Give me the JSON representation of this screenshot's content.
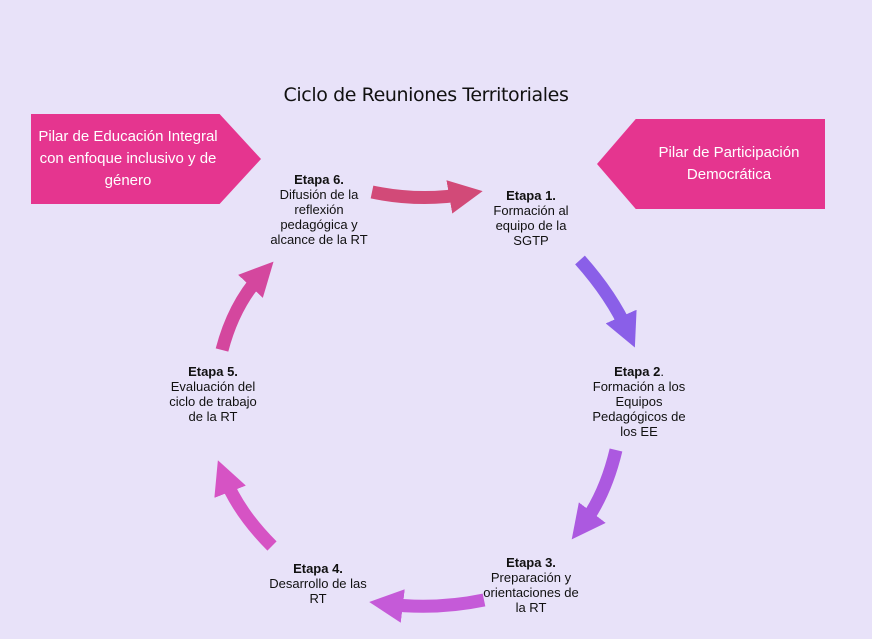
{
  "title": "Ciclo de Reuniones Territoriales",
  "pillars": {
    "left": "Pilar de Educación Integral con enfoque inclusivo y de género",
    "right": "Pilar de Participación Democrática"
  },
  "colors": {
    "background": "#e8e2f9",
    "pillar": "#e5358f"
  },
  "stages": [
    {
      "title": "Etapa 1.",
      "body": "Formación al equipo de la SGTP"
    },
    {
      "title": "Etapa 2",
      "suffix": ".",
      "body": "Formación a los Equipos Pedagógicos de los EE"
    },
    {
      "title": "Etapa 3.",
      "body": "Preparación y orientaciones de la RT"
    },
    {
      "title": "Etapa 4.",
      "body": "Desarrollo de las RT"
    },
    {
      "title": "Etapa 5.",
      "body": "Evaluación del ciclo de trabajo de la RT"
    },
    {
      "title": "Etapa 6.",
      "body": "Difusión de la reflexión pedagógica y alcance de la RT"
    }
  ]
}
